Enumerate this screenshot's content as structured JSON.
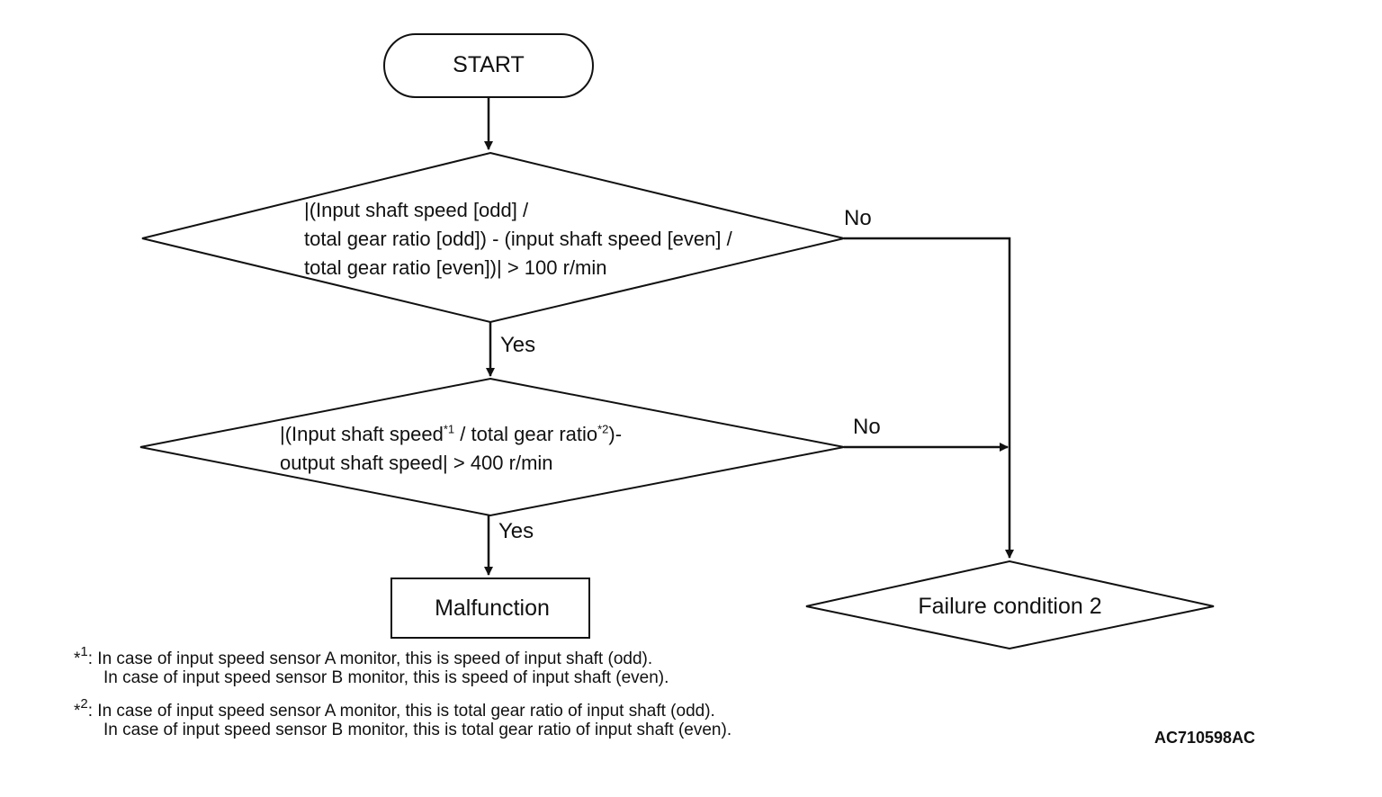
{
  "nodes": {
    "start": "START",
    "cond1": {
      "line1": "|(Input shaft speed [odd] /",
      "line2": "total gear ratio [odd]) - (input shaft speed [even] /",
      "line3": "total gear ratio [even])| > 100 r/min"
    },
    "cond2": {
      "line1_a": "|(Input shaft speed",
      "line1_sup1": "*1",
      "line1_b": " / total gear ratio",
      "line1_sup2": "*2",
      "line1_c": ")-",
      "line2": "output shaft speed| > 400 r/min"
    },
    "malfunction": "Malfunction",
    "failure": "Failure condition 2"
  },
  "edges": {
    "cond1_no": "No",
    "cond1_yes": "Yes",
    "cond2_no": "No",
    "cond2_yes": "Yes"
  },
  "footnotes": [
    {
      "marker": "*",
      "number": "1",
      "line1": ": In case of input speed sensor A monitor, this is speed of input shaft (odd).",
      "line2": "In case of input speed sensor B monitor, this is speed of input shaft (even)."
    },
    {
      "marker": "*",
      "number": "2",
      "line1": ": In case of input speed sensor A monitor, this is total gear ratio of input shaft (odd).",
      "line2": "In case of input speed sensor B monitor, this is total gear ratio of input shaft (even)."
    }
  ],
  "figure_code": "AC710598AC"
}
